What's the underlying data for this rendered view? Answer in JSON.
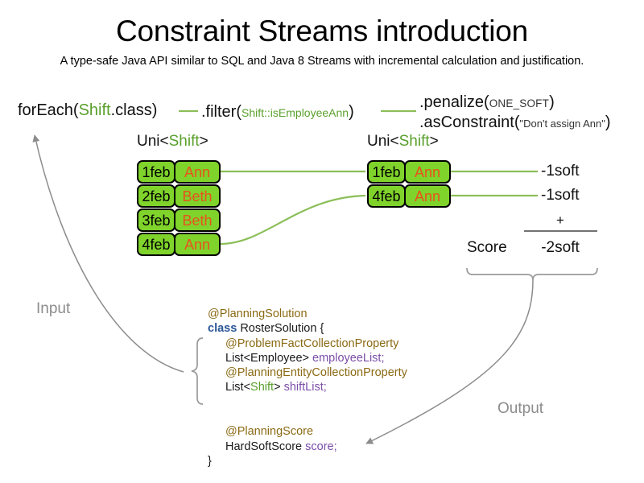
{
  "header": {
    "title": "Constraint Streams introduction",
    "subtitle": "A type-safe Java API similar to SQL and Java 8 Streams with incremental calculation and justification."
  },
  "pipeline": {
    "foreach": {
      "prefix": "forEach(",
      "type": "Shift",
      "suffix": ".class)"
    },
    "filter": {
      "prefix": ".filter(",
      "arg": "Shift::isEmployeeAnn",
      "suffix": ")"
    },
    "penalize": {
      "prefix": ".penalize(",
      "arg": "ONE_SOFT",
      "suffix": ")"
    },
    "as_constraint": {
      "prefix": ".asConstraint(",
      "arg": "\"Don't assign Ann\"",
      "suffix": ")"
    }
  },
  "streams": {
    "left": {
      "type_prefix": "Uni<",
      "type_param": "Shift",
      "type_suffix": ">",
      "rows": [
        {
          "date": "1feb",
          "employee": "Ann"
        },
        {
          "date": "2feb",
          "employee": "Beth"
        },
        {
          "date": "3feb",
          "employee": "Beth"
        },
        {
          "date": "4feb",
          "employee": "Ann"
        }
      ]
    },
    "right": {
      "type_prefix": "Uni<",
      "type_param": "Shift",
      "type_suffix": ">",
      "rows": [
        {
          "date": "1feb",
          "employee": "Ann"
        },
        {
          "date": "4feb",
          "employee": "Ann"
        }
      ]
    }
  },
  "penalties": [
    {
      "value": "-1soft"
    },
    {
      "value": "-1soft"
    }
  ],
  "score": {
    "label": "Score",
    "operator": "+",
    "total": "-2soft"
  },
  "flow": {
    "input_label": "Input",
    "output_label": "Output"
  },
  "code": {
    "lines": [
      {
        "indent": 0,
        "tokens": [
          {
            "text": "@PlanningSolution",
            "style": "ann"
          }
        ]
      },
      {
        "indent": 0,
        "tokens": [
          {
            "text": "class ",
            "style": "kw"
          },
          {
            "text": "RosterSolution {",
            "style": "name"
          }
        ]
      },
      {
        "indent": 1,
        "tokens": [
          {
            "text": "@ProblemFactCollectionProperty",
            "style": "ann"
          }
        ]
      },
      {
        "indent": 1,
        "tokens": [
          {
            "text": "List<Employee> ",
            "style": "name"
          },
          {
            "text": "employeeList;",
            "style": "field"
          }
        ]
      },
      {
        "indent": 1,
        "tokens": [
          {
            "text": "@PlanningEntityCollectionProperty",
            "style": "ann"
          }
        ]
      },
      {
        "indent": 1,
        "tokens": [
          {
            "text": "List<",
            "style": "name"
          },
          {
            "text": "Shift",
            "style": "green"
          },
          {
            "text": "> ",
            "style": "name"
          },
          {
            "text": "shiftList;",
            "style": "field"
          }
        ]
      },
      {
        "indent": 0,
        "tokens": [
          {
            "text": " ",
            "style": "name"
          }
        ]
      },
      {
        "indent": 0,
        "tokens": [
          {
            "text": " ",
            "style": "name"
          }
        ]
      },
      {
        "indent": 1,
        "tokens": [
          {
            "text": "@PlanningScore",
            "style": "ann"
          }
        ]
      },
      {
        "indent": 1,
        "tokens": [
          {
            "text": "HardSoftScore ",
            "style": "name"
          },
          {
            "text": "score;",
            "style": "field"
          }
        ]
      },
      {
        "indent": 0,
        "tokens": [
          {
            "text": "}",
            "style": "name"
          }
        ]
      }
    ]
  },
  "colors": {
    "stream_green": "#7FD32B",
    "line_green": "#8CBF5A",
    "type_green": "#5aa02c",
    "employee_orange": "#E8521E",
    "annotation_brown": "#8B6A14",
    "keyword_blue": "#2B5797",
    "field_purple": "#7B4FA8",
    "annotation_gray": "#8c8c8c"
  }
}
